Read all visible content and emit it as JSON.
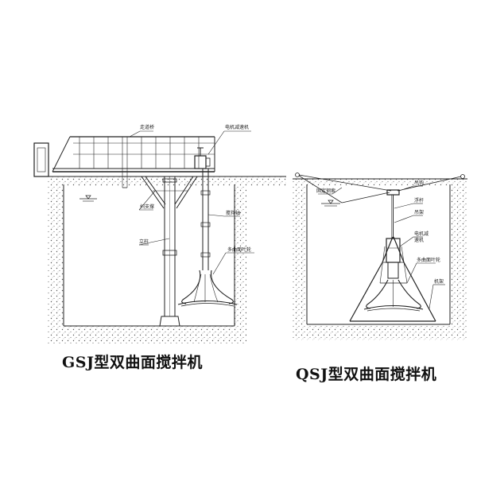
{
  "colors": {
    "line": "#222222",
    "ground": "#555555",
    "background": "#ffffff"
  },
  "gsj": {
    "caption": "GSJ型双曲面搅拌机",
    "labels": {
      "walkway": "走道桥",
      "motor_reducer": "电机减速机",
      "support_leg": "扫支撑",
      "stirring_shaft": "搅拌轴",
      "column": "立柱",
      "impeller": "多曲面叶轮"
    }
  },
  "qsj": {
    "caption": "QSJ型双曲面搅拌机",
    "labels": {
      "fixed_rope": "固定钢索",
      "lifting_ring": "吊钩",
      "float": "浮杆",
      "hanger": "吊架",
      "motor_reducer": "电机减",
      "motor": "速机",
      "impeller": "多曲面叶轮",
      "frame": "机架"
    }
  }
}
